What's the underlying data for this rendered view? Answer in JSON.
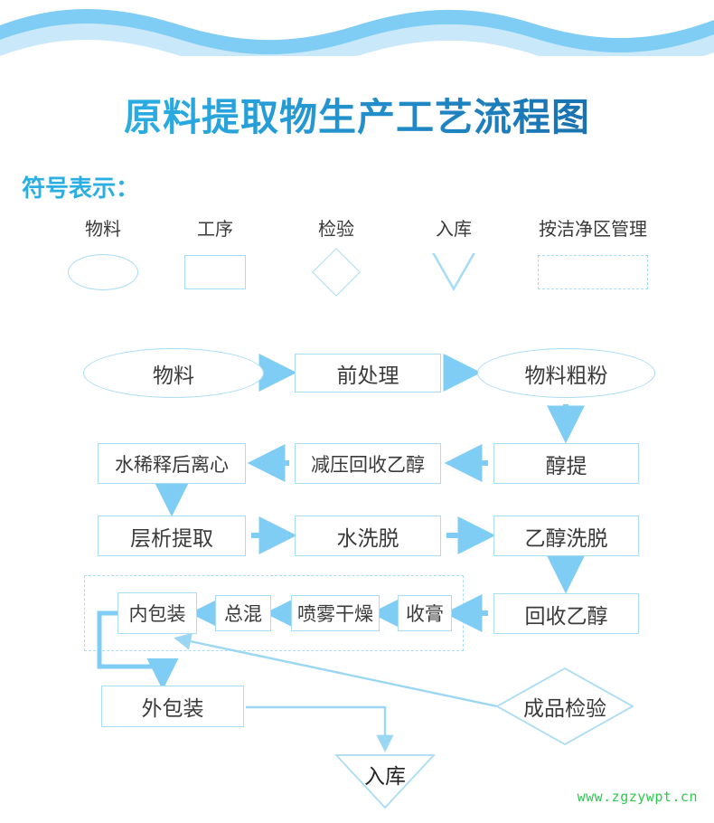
{
  "page": {
    "title": "原料提取物生产工艺流程图",
    "legend_heading": "符号表示：",
    "watermark": "www.zgzywpt.cn",
    "accent_light": "#a9dcf5",
    "accent_mid": "#7fcdf4",
    "accent_pale": "#c9e9fb",
    "title_gradient_from": "#2bb3e6",
    "title_gradient_to": "#15619f",
    "text_color": "#3a3a3a",
    "watermark_color": "#2ec94f"
  },
  "legend": {
    "items": [
      {
        "label": "物料",
        "shape": "ellipse"
      },
      {
        "label": "工序",
        "shape": "rectangle"
      },
      {
        "label": "检验",
        "shape": "diamond"
      },
      {
        "label": "入库",
        "shape": "triangle-down"
      },
      {
        "label": "按洁净区管理",
        "shape": "dashed-rectangle"
      }
    ]
  },
  "flow": {
    "nodes": [
      {
        "id": "n1",
        "label": "物料",
        "shape": "ellipse"
      },
      {
        "id": "n2",
        "label": "前处理",
        "shape": "rectangle"
      },
      {
        "id": "n3",
        "label": "物料粗粉",
        "shape": "ellipse"
      },
      {
        "id": "n4",
        "label": "醇提",
        "shape": "rectangle"
      },
      {
        "id": "n5",
        "label": "减压回收乙醇",
        "shape": "rectangle"
      },
      {
        "id": "n6",
        "label": "水稀释后离心",
        "shape": "rectangle"
      },
      {
        "id": "n7",
        "label": "层析提取",
        "shape": "rectangle"
      },
      {
        "id": "n8",
        "label": "水洗脱",
        "shape": "rectangle"
      },
      {
        "id": "n9",
        "label": "乙醇洗脱",
        "shape": "rectangle"
      },
      {
        "id": "n10",
        "label": "回收乙醇",
        "shape": "rectangle"
      },
      {
        "id": "n11",
        "label": "收膏",
        "shape": "rectangle"
      },
      {
        "id": "n12",
        "label": "喷雾干燥",
        "shape": "rectangle"
      },
      {
        "id": "n13",
        "label": "总混",
        "shape": "rectangle"
      },
      {
        "id": "n14",
        "label": "内包装",
        "shape": "rectangle"
      },
      {
        "id": "n15",
        "label": "外包装",
        "shape": "rectangle"
      },
      {
        "id": "n16",
        "label": "成品检验",
        "shape": "diamond"
      },
      {
        "id": "n17",
        "label": "入库",
        "shape": "triangle-down"
      }
    ],
    "clean_zone": {
      "label": "按洁净区管理",
      "contains": [
        "收膏",
        "喷雾干燥",
        "总混",
        "内包装"
      ]
    },
    "edges": [
      {
        "from": "物料",
        "to": "前处理"
      },
      {
        "from": "前处理",
        "to": "物料粗粉"
      },
      {
        "from": "物料粗粉",
        "to": "醇提"
      },
      {
        "from": "醇提",
        "to": "减压回收乙醇"
      },
      {
        "from": "减压回收乙醇",
        "to": "水稀释后离心"
      },
      {
        "from": "水稀释后离心",
        "to": "层析提取"
      },
      {
        "from": "层析提取",
        "to": "水洗脱"
      },
      {
        "from": "水洗脱",
        "to": "乙醇洗脱"
      },
      {
        "from": "乙醇洗脱",
        "to": "回收乙醇"
      },
      {
        "from": "回收乙醇",
        "to": "收膏"
      },
      {
        "from": "收膏",
        "to": "喷雾干燥"
      },
      {
        "from": "喷雾干燥",
        "to": "总混"
      },
      {
        "from": "总混",
        "to": "内包装"
      },
      {
        "from": "内包装",
        "to": "外包装"
      },
      {
        "from": "外包装",
        "to": "入库"
      },
      {
        "from": "成品检验",
        "to": "内包装"
      }
    ]
  }
}
